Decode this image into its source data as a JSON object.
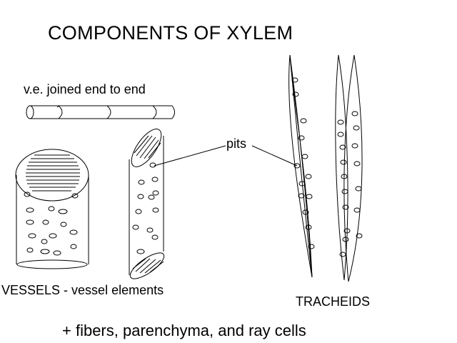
{
  "title": "COMPONENTS OF XYLEM",
  "labels": {
    "vessel_elements_joined": "v.e. joined end to end",
    "pits": "pits",
    "vessels": "VESSELS - vessel elements",
    "tracheids": "TRACHEIDS",
    "footer": "+ fibers, parenchyma, and ray cells"
  }
}
